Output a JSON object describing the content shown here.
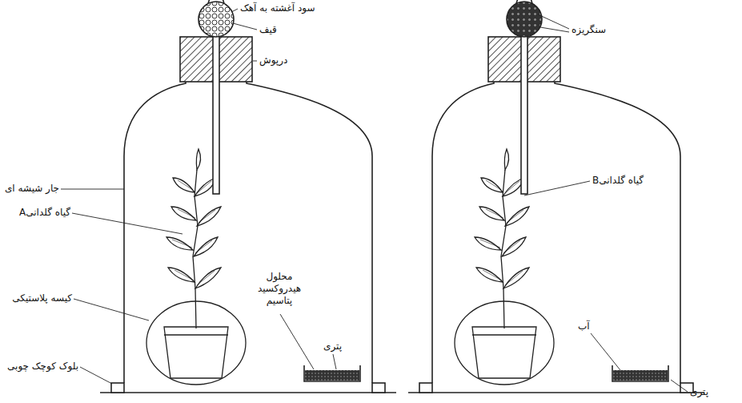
{
  "diagram": {
    "labels": [
      "سود آغشته به آهک",
      "قیف",
      "درپوش",
      "جار شیشه ای",
      "گیاه گلدانیA",
      "کیسه پلاستیکی",
      "بلوک کوچک چوبی",
      "محلول هیدروکسید پتاسیم",
      "پتری",
      "سنگریزه",
      "گیاه گلدانیB",
      "آب",
      "پتری"
    ]
  }
}
